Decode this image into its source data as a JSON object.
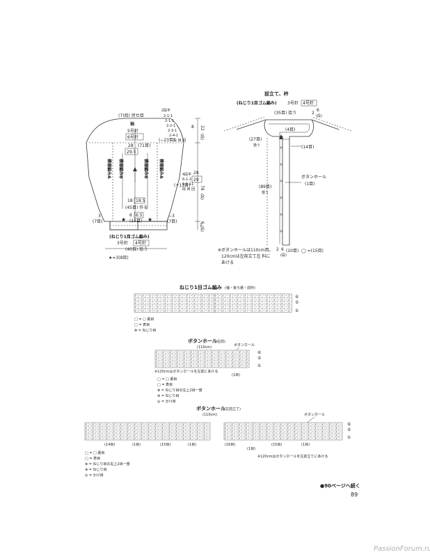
{
  "sleeve": {
    "title": "袖",
    "needle_main": "5号針",
    "needle_alt": "6号針",
    "top_count": "(7)目) 伏せ目",
    "top_rows_label": "2段平",
    "top_decreases": [
      "2-1-1",
      "2-1-1",
      "2-2-1",
      "2-3-1",
      "2-4-1",
      "段 目 回"
    ],
    "side_23": "(−23目)",
    "width_28": "28",
    "width_29_5": "29.5",
    "width_71": "(71目)",
    "pattern_a": "模様編みA",
    "pattern_b": "模様編みB",
    "dim_8": "8",
    "dim_22": "22",
    "dim_22_sub": "(段)",
    "dim_28": "28",
    "dim_29": "29",
    "dim_78": "78",
    "dim_78_sub": "(段)",
    "inc_label": "4段平",
    "inc_rows": [
      "6-1-2",
      "8-1-11",
      "段 目 回"
    ],
    "inc_13": "(+13目)",
    "w18": "18",
    "w18_5": "18.5",
    "w45": "(45目) 作る",
    "w6": "6",
    "w6_5": "6.5",
    "w15": "(15目)",
    "side_left_3": "3",
    "side_left_7": "(7目)",
    "side_right_3": "−3",
    "side_right_7": "(7目)",
    "cuff_2": "2",
    "cuff_6": "6",
    "cuff_6_sub": "(段)",
    "rib_label": "(ねじり1目ゴム編み)",
    "rib_needle": "3号針",
    "rib_needle_alt": "4号針",
    "cast_off": "(40目) 拾う",
    "star_note": "★=3(8目)"
  },
  "placket": {
    "title": "前立て、衿",
    "rib_label": "(ねじり1目ゴム編み)",
    "needle": "3号針",
    "needle_alt": "4号針",
    "top_pick": "(35目) 拾う",
    "top_2": "2",
    "top_6": "6",
    "top_6_sub": "(段)",
    "pick_4": "(4目)",
    "pick_27": "(27目)",
    "pick_27_sub": "拾う",
    "pick_14": "(14目)",
    "pick_89": "(89目)",
    "pick_89_sub": "拾う",
    "buttonhole": "ボタンホール",
    "buttonhole_count": "(1目)",
    "bottom_2": "2",
    "bottom_6": "6",
    "bottom_6_sub": "(段)",
    "bottom_10": "(10目)",
    "bottom_15": "◯ =(15目)",
    "note_1": "※ボタンホールは110cm用。",
    "note_2": "120cmは左前立て左 料に",
    "note_3": "あける"
  },
  "chart1": {
    "title": "ねじり1目ゴム編み",
    "title_sub": "(袖・後ろ裾・前衿)",
    "row_labels": [
      "⑥",
      "⑤"
    ],
    "row_bottom": "①",
    "legend": [
      "□ = □  裏目",
      "□ = 表目",
      "⊗ = ねじり目"
    ]
  },
  "chart2": {
    "title": "ボタンホール",
    "title_sub": "(右前)",
    "subtitle": "(110cm)",
    "annot": "ボタンホール",
    "row_labels": [
      "⑥",
      "⑤"
    ],
    "row_bottom": "①",
    "note": "※120cmはボタンホールを左前にあける",
    "count_1": "(1目)",
    "legend": [
      "□ = □  裏目",
      "□ = 表目",
      "⊗ = ねじり目の左上2目一度",
      "⊕ = ねじり目",
      "◎ = かけ目"
    ]
  },
  "chart3": {
    "title": "ボタンホール",
    "title_sub": "(左前立て)",
    "subtitle": "(110cm)",
    "annot": "ボタンホール",
    "row_labels": [
      "⑥",
      "⑤"
    ],
    "row_bottom": "①",
    "counts": [
      "(14目)",
      "(1目)",
      "(15目)",
      "(1目)",
      "(16目)",
      "(15目)",
      "(1目)",
      "(1目)"
    ],
    "note": "※120cmはボタンホールを左前立てにあける",
    "legend": [
      "□ = □  裏目",
      "□ = 表目",
      "⊗ = ねじり目の右上2目一度",
      "⊕ = ねじり目",
      "◎ = かけ目"
    ]
  },
  "footer": {
    "continue": "●90ページへ続く",
    "page_number": "89",
    "watermark": "PassionForum.ru"
  }
}
